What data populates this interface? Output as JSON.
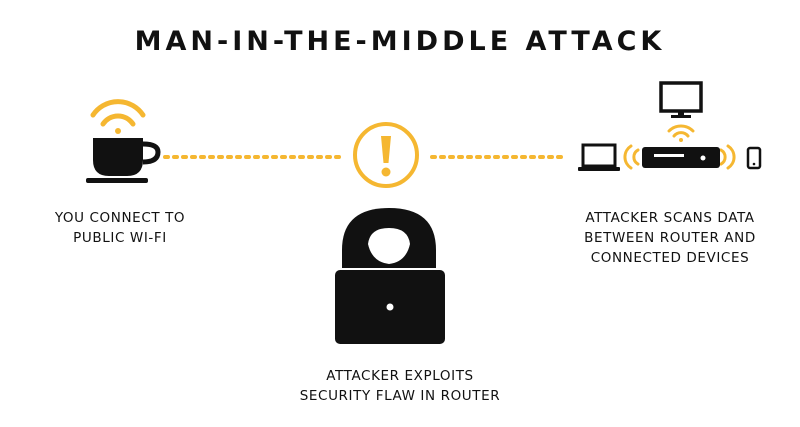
{
  "title": "MAN-IN-THE-MIDDLE ATTACK",
  "captions": {
    "left": [
      "YOU CONNECT TO",
      "PUBLIC WI-FI"
    ],
    "center": [
      "ATTACKER EXPLOITS",
      "SECURITY FLAW IN ROUTER"
    ],
    "right": [
      "ATTACKER SCANS DATA",
      "BETWEEN ROUTER AND",
      "CONNECTED DEVICES"
    ]
  },
  "colors": {
    "accent": "#F5B731",
    "ink": "#111111",
    "background": "#FFFFFF"
  },
  "icons": [
    "coffee-cup-icon",
    "wifi-icon",
    "warning-icon",
    "hacker-icon",
    "laptop-icon",
    "monitor-icon",
    "router-icon",
    "phone-icon"
  ]
}
